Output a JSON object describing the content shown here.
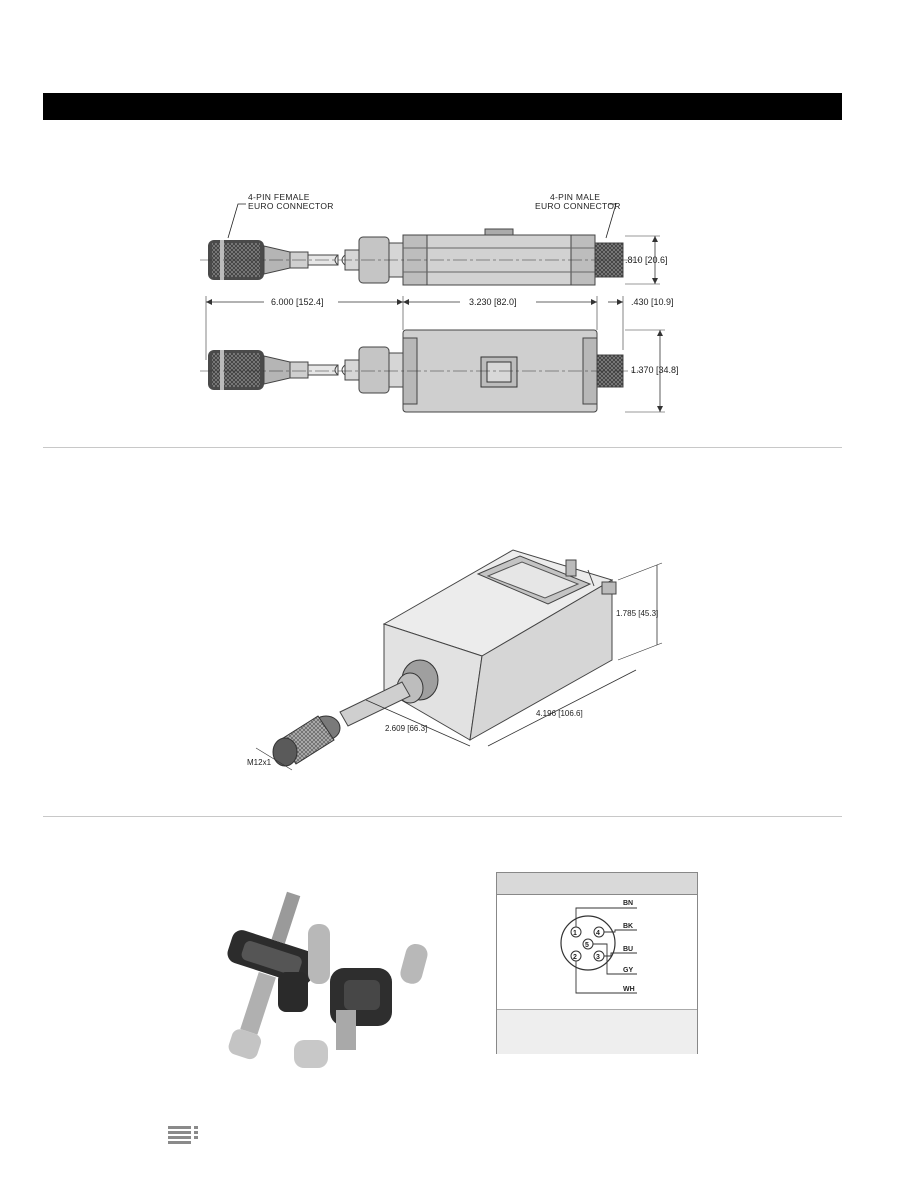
{
  "drawing_top": {
    "female_connector_label": [
      "4-PIN  FEMALE",
      "EURO  CONNECTOR"
    ],
    "male_connector_label": [
      "4-PIN  MALE",
      "EURO  CONNECTOR"
    ],
    "dim_height_top": ".810  [20.6]",
    "dim_cable_length": "6.000  [152.4]",
    "dim_body_length": "3.230  [82.0]",
    "dim_connector_length": ".430  [10.9]",
    "dim_body_height": "1.370  [34.8]"
  },
  "drawing_iso": {
    "dim_height": "1.785  [45.3]",
    "dim_length": "4.196  [106.6]",
    "dim_width": "2.609  [66.3]",
    "thread_label": "M12x1"
  },
  "pinout": {
    "pins": [
      "1",
      "2",
      "3",
      "4",
      "5"
    ],
    "wires": [
      "BN",
      "BK",
      "BU",
      "GY",
      "WH"
    ]
  },
  "icons": {
    "footer_icon": "menu-lines-icon"
  }
}
